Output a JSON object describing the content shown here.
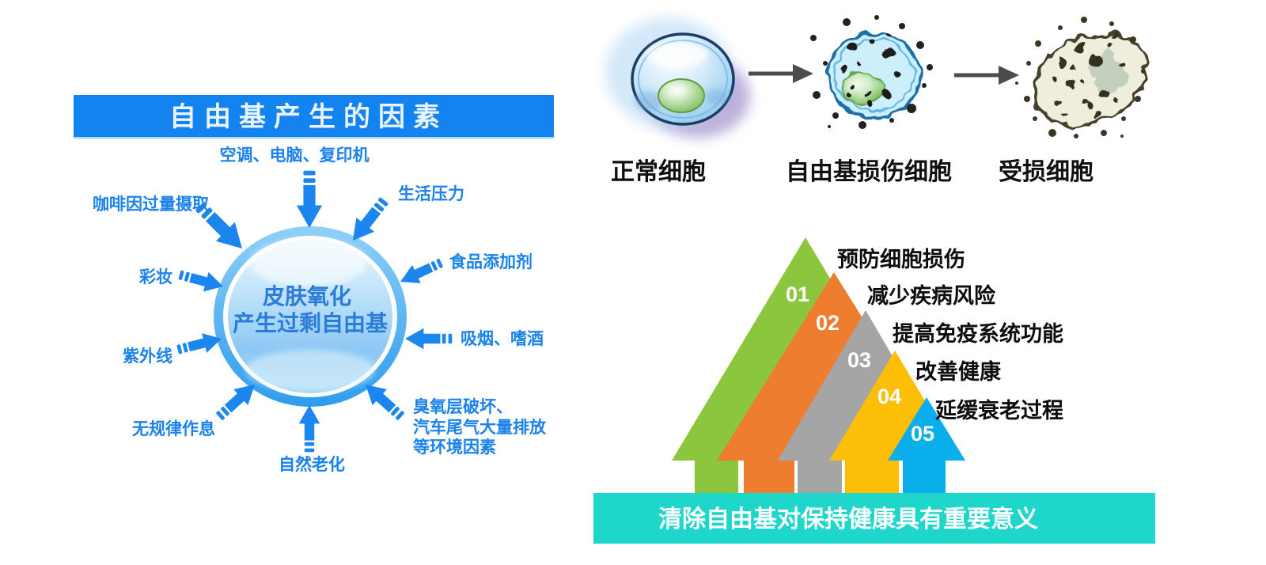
{
  "left_panel": {
    "title": "自由基产生的因素",
    "center_line1": "皮肤氧化",
    "center_line2": "产生过剩自由基",
    "factors": {
      "top": "空调、电脑、复印机",
      "upper_left": "咖啡因过量摄取",
      "upper_right": "生活压力",
      "left": "彩妆",
      "right": "食品添加剂",
      "mid_left": "紫外线",
      "mid_right": "吸烟、嗜酒",
      "lower_left": "无规律作息",
      "lower_right_line1": "臭氧层破坏、",
      "lower_right_line2": "汽车尾气大量排放",
      "lower_right_line3": "等环境因素",
      "bottom": "自然老化"
    },
    "colors": {
      "header": "#1383f0",
      "label": "#1a82ea",
      "arrow": "#1b86ee",
      "center_text": "#2b7cd8"
    }
  },
  "cell_sequence": {
    "stage1_label": "正常细胞",
    "stage2_label": "自由基损伤细胞",
    "stage3_label": "受损细胞"
  },
  "benefits": {
    "steps": [
      {
        "number": "01",
        "label": "预防细胞损伤",
        "color": "#8cc63f"
      },
      {
        "number": "02",
        "label": "减少疾病风险",
        "color": "#ee7d2f"
      },
      {
        "number": "03",
        "label": "提高免疫系统功能",
        "color": "#a5a5a5"
      },
      {
        "number": "04",
        "label": "改善健康",
        "color": "#fcbe06"
      },
      {
        "number": "05",
        "label": "延缓衰老过程",
        "color": "#0aaeea"
      }
    ]
  },
  "banner": {
    "text": "清除自由基对保持健康具有重要意义",
    "color": "#1fd6ca"
  }
}
